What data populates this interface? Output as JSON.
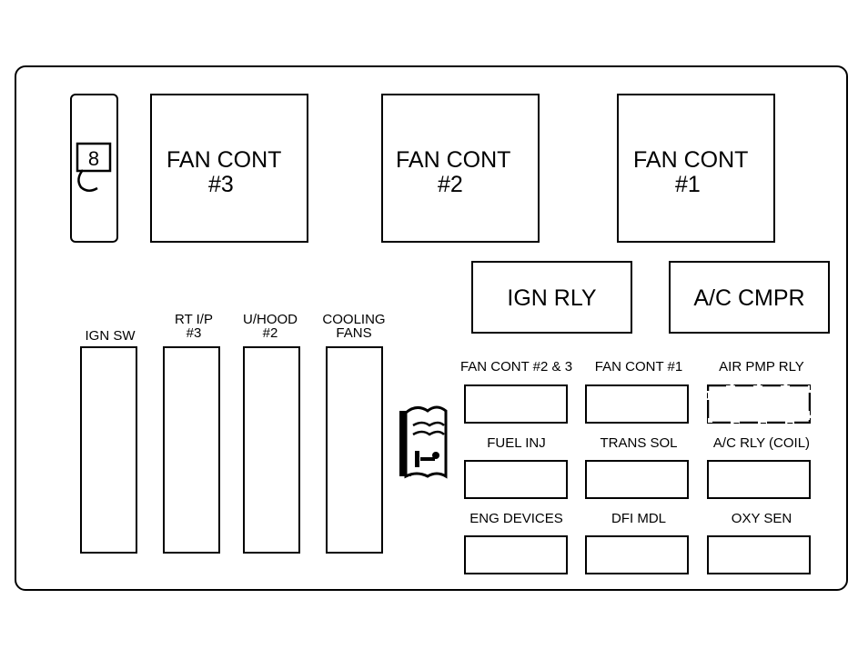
{
  "relays_large": [
    {
      "line1": "FAN CONT",
      "line2": "#3"
    },
    {
      "line1": "FAN CONT",
      "line2": "#2"
    },
    {
      "line1": "FAN CONT",
      "line2": "#1"
    }
  ],
  "relays_medium": [
    {
      "label": "IGN RLY"
    },
    {
      "label": "A/C CMPR"
    }
  ],
  "tall_fuses": [
    {
      "line1": "IGN SW",
      "line2": ""
    },
    {
      "line1": "RT I/P",
      "line2": "#3"
    },
    {
      "line1": "U/HOOD",
      "line2": "#2"
    },
    {
      "line1": "COOLING",
      "line2": "FANS"
    }
  ],
  "mini_relays": [
    {
      "label": "FAN CONT #2 & 3",
      "empty": false
    },
    {
      "label": "FAN CONT #1",
      "empty": false
    },
    {
      "label": "AIR PMP RLY",
      "empty": true
    },
    {
      "label": "FUEL INJ",
      "empty": false
    },
    {
      "label": "TRANS SOL",
      "empty": false
    },
    {
      "label": "A/C RLY (COIL)",
      "empty": false
    },
    {
      "label": "ENG DEVICES",
      "empty": false
    },
    {
      "label": "DFI MDL",
      "empty": false
    },
    {
      "label": "OXY SEN",
      "empty": false
    }
  ],
  "puller_icon": {
    "name": "fuse-puller-icon",
    "digit": "8"
  },
  "tester_icon": {
    "name": "fuse-tester-icon"
  }
}
